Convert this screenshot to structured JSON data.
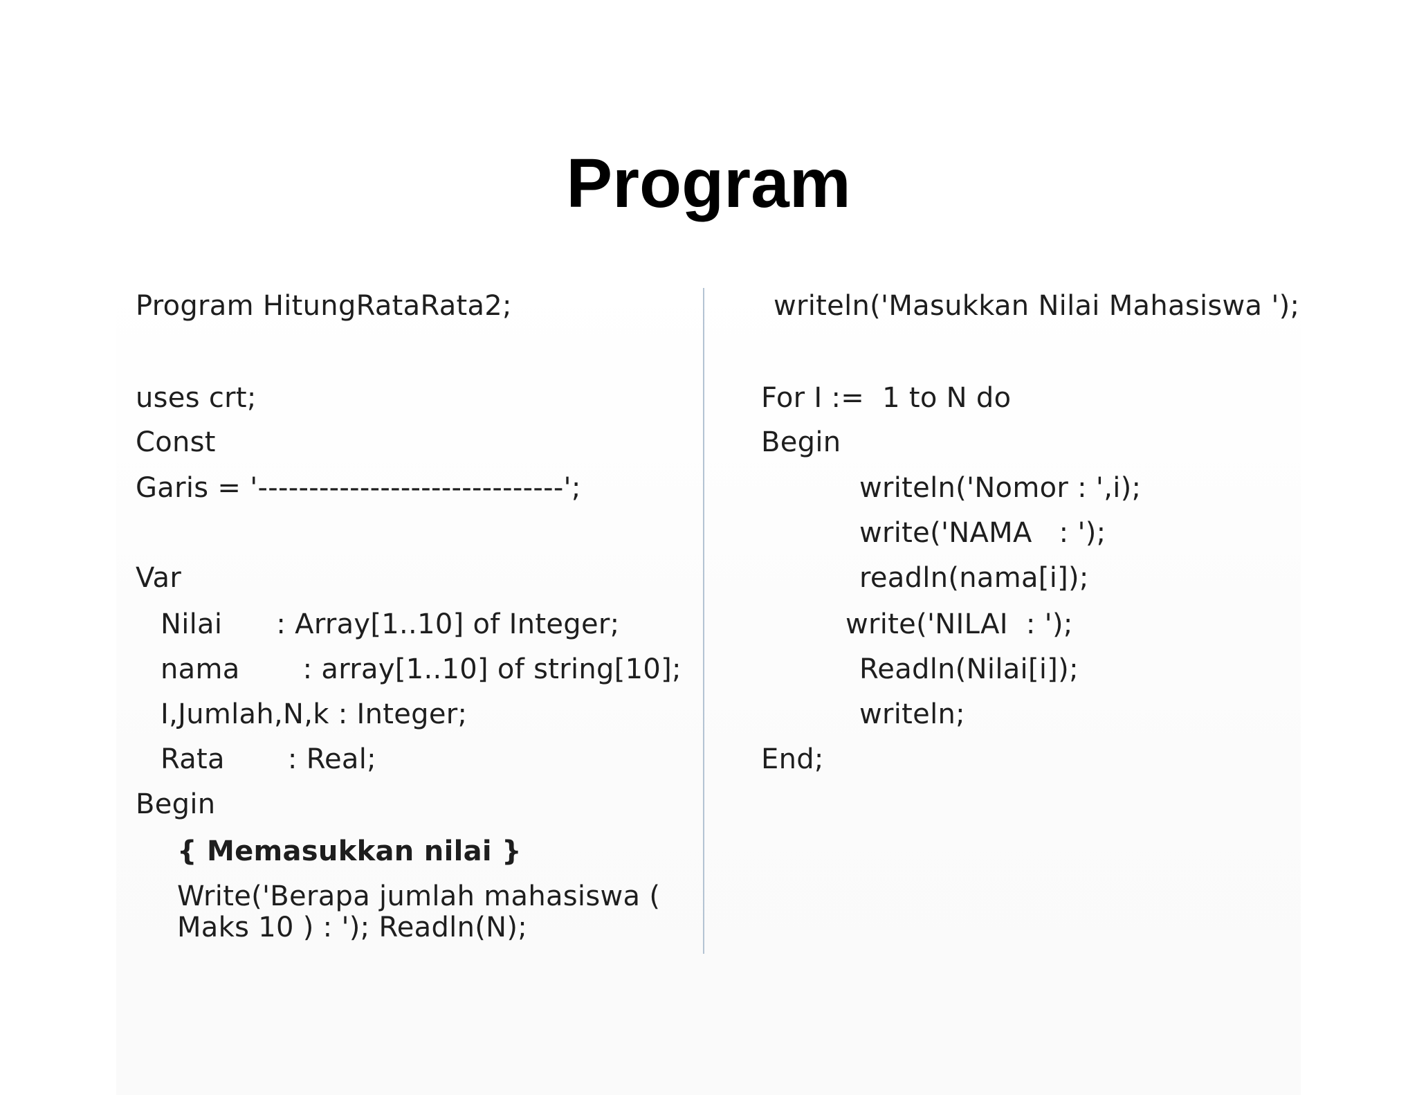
{
  "title": "Program",
  "left_column": {
    "program_line": "Program HitungRataRata2;",
    "uses_line": "uses crt;",
    "const_line": "Const",
    "garis_line": "Garis = '------------------------------';",
    "var_line": "Var",
    "nilai_line": "Nilai      : Array[1..10] of Integer;",
    "nama_line": "nama       : array[1..10] of string[10];",
    "ijumlah_line": "I,Jumlah,N,k : Integer;",
    "rata_line": "Rata       : Real;",
    "begin_line": "Begin",
    "comment_line": "{ Memasukkan nilai }",
    "write_line_1": "Write('Berapa jumlah mahasiswa (",
    "write_line_2": "Maks 10 ) : '); Readln(N);"
  },
  "right_column": {
    "writeln_line": "writeln('Masukkan Nilai Mahasiswa ');",
    "for_line": "For I :=  1 to N do",
    "begin_line": "Begin",
    "nomor_line": "writeln('Nomor : ',i);",
    "nama_write_line": "write('NAMA   : ');",
    "readln_nama_line": "readln(nama[i]);",
    "nilai_write_line": "write('NILAI  : ');",
    "readln_nilai_line": "Readln(Nilai[i]);",
    "writeln_empty_line": "writeln;",
    "end_line": "End;"
  }
}
